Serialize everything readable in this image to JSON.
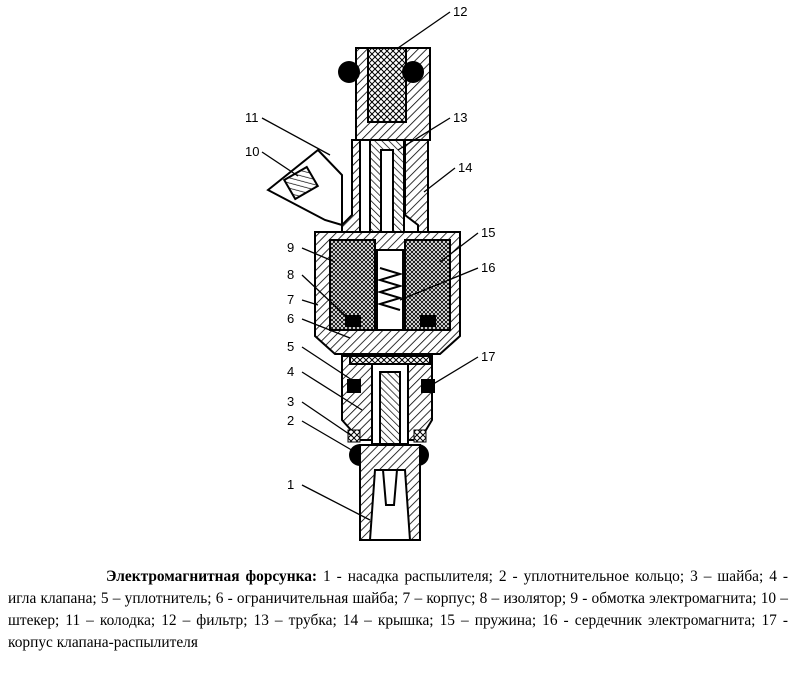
{
  "figure": {
    "callouts": {
      "c1": "1",
      "c2": "2",
      "c3": "3",
      "c4": "4",
      "c5": "5",
      "c6": "6",
      "c7": "7",
      "c8": "8",
      "c9": "9",
      "c10": "10",
      "c11": "11",
      "c12": "12",
      "c13": "13",
      "c14": "14",
      "c15": "15",
      "c16": "16",
      "c17": "17"
    }
  },
  "caption": {
    "title": "Электромагнитная форсунка:",
    "legend": [
      {
        "text": " 1 - насадка распылителя; "
      },
      {
        "text": "2 - уплотнительное кольцо; "
      },
      {
        "text": "3 – шайба; "
      },
      {
        "text": "4 - игла клапана; "
      },
      {
        "text": "5 – уплотнитель; "
      },
      {
        "text": "6 - ограничительная шайба; "
      },
      {
        "text": "7 – корпус; "
      },
      {
        "text": "8 – изолятор; "
      },
      {
        "text": "9 - обмотка электромагнита; "
      },
      {
        "text": "10 – штекер; "
      },
      {
        "text": "11 – колодка; "
      },
      {
        "text": "12 – фильтр; "
      },
      {
        "text": "13 – трубка; "
      },
      {
        "text": "14 – крышка; "
      },
      {
        "text": "15 – пружина; "
      },
      {
        "text": "16 - сердечник электромагнита; "
      },
      {
        "text": "17 - корпус клапана-распылителя"
      }
    ]
  }
}
